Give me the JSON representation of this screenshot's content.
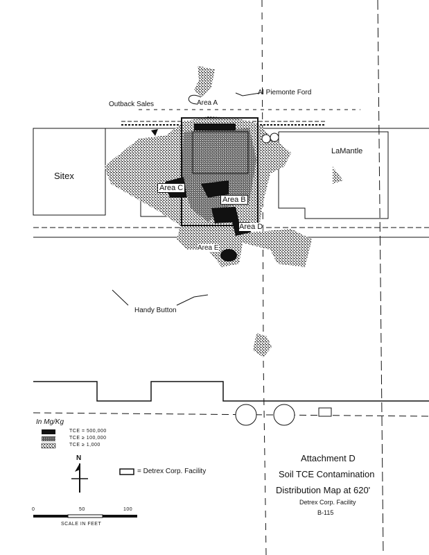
{
  "map": {
    "properties": {
      "sitex": "Sitex",
      "lamantle": "LaMantle",
      "outback_sales": "Outback Sales",
      "al_piemonte": "Al Piemonte Ford",
      "handy_button": "Handy Button"
    },
    "areas": [
      "Area A",
      "Area B",
      "Area C",
      "Area D",
      "Area E"
    ]
  },
  "legend": {
    "units": "In Mg/Kg",
    "items": [
      {
        "label": "TCE = 500,000",
        "shade": "dark"
      },
      {
        "label": "TCE ≥ 100,000",
        "shade": "medium"
      },
      {
        "label": "TCE ≥ 1,000",
        "shade": "light"
      }
    ],
    "facility_label": "= Detrex Corp. Facility",
    "north": "N",
    "scale": {
      "ticks": [
        "0",
        "50",
        "100"
      ],
      "caption": "SCALE IN FEET"
    }
  },
  "title_block": {
    "line1": "Attachment D",
    "line2": "Soil TCE Contamination",
    "line3": "Distribution Map at 620'",
    "line4": "Detrex Corp. Facility",
    "line5": "B-115"
  },
  "colors": {
    "ink": "#111111",
    "paper": "#ffffff"
  }
}
